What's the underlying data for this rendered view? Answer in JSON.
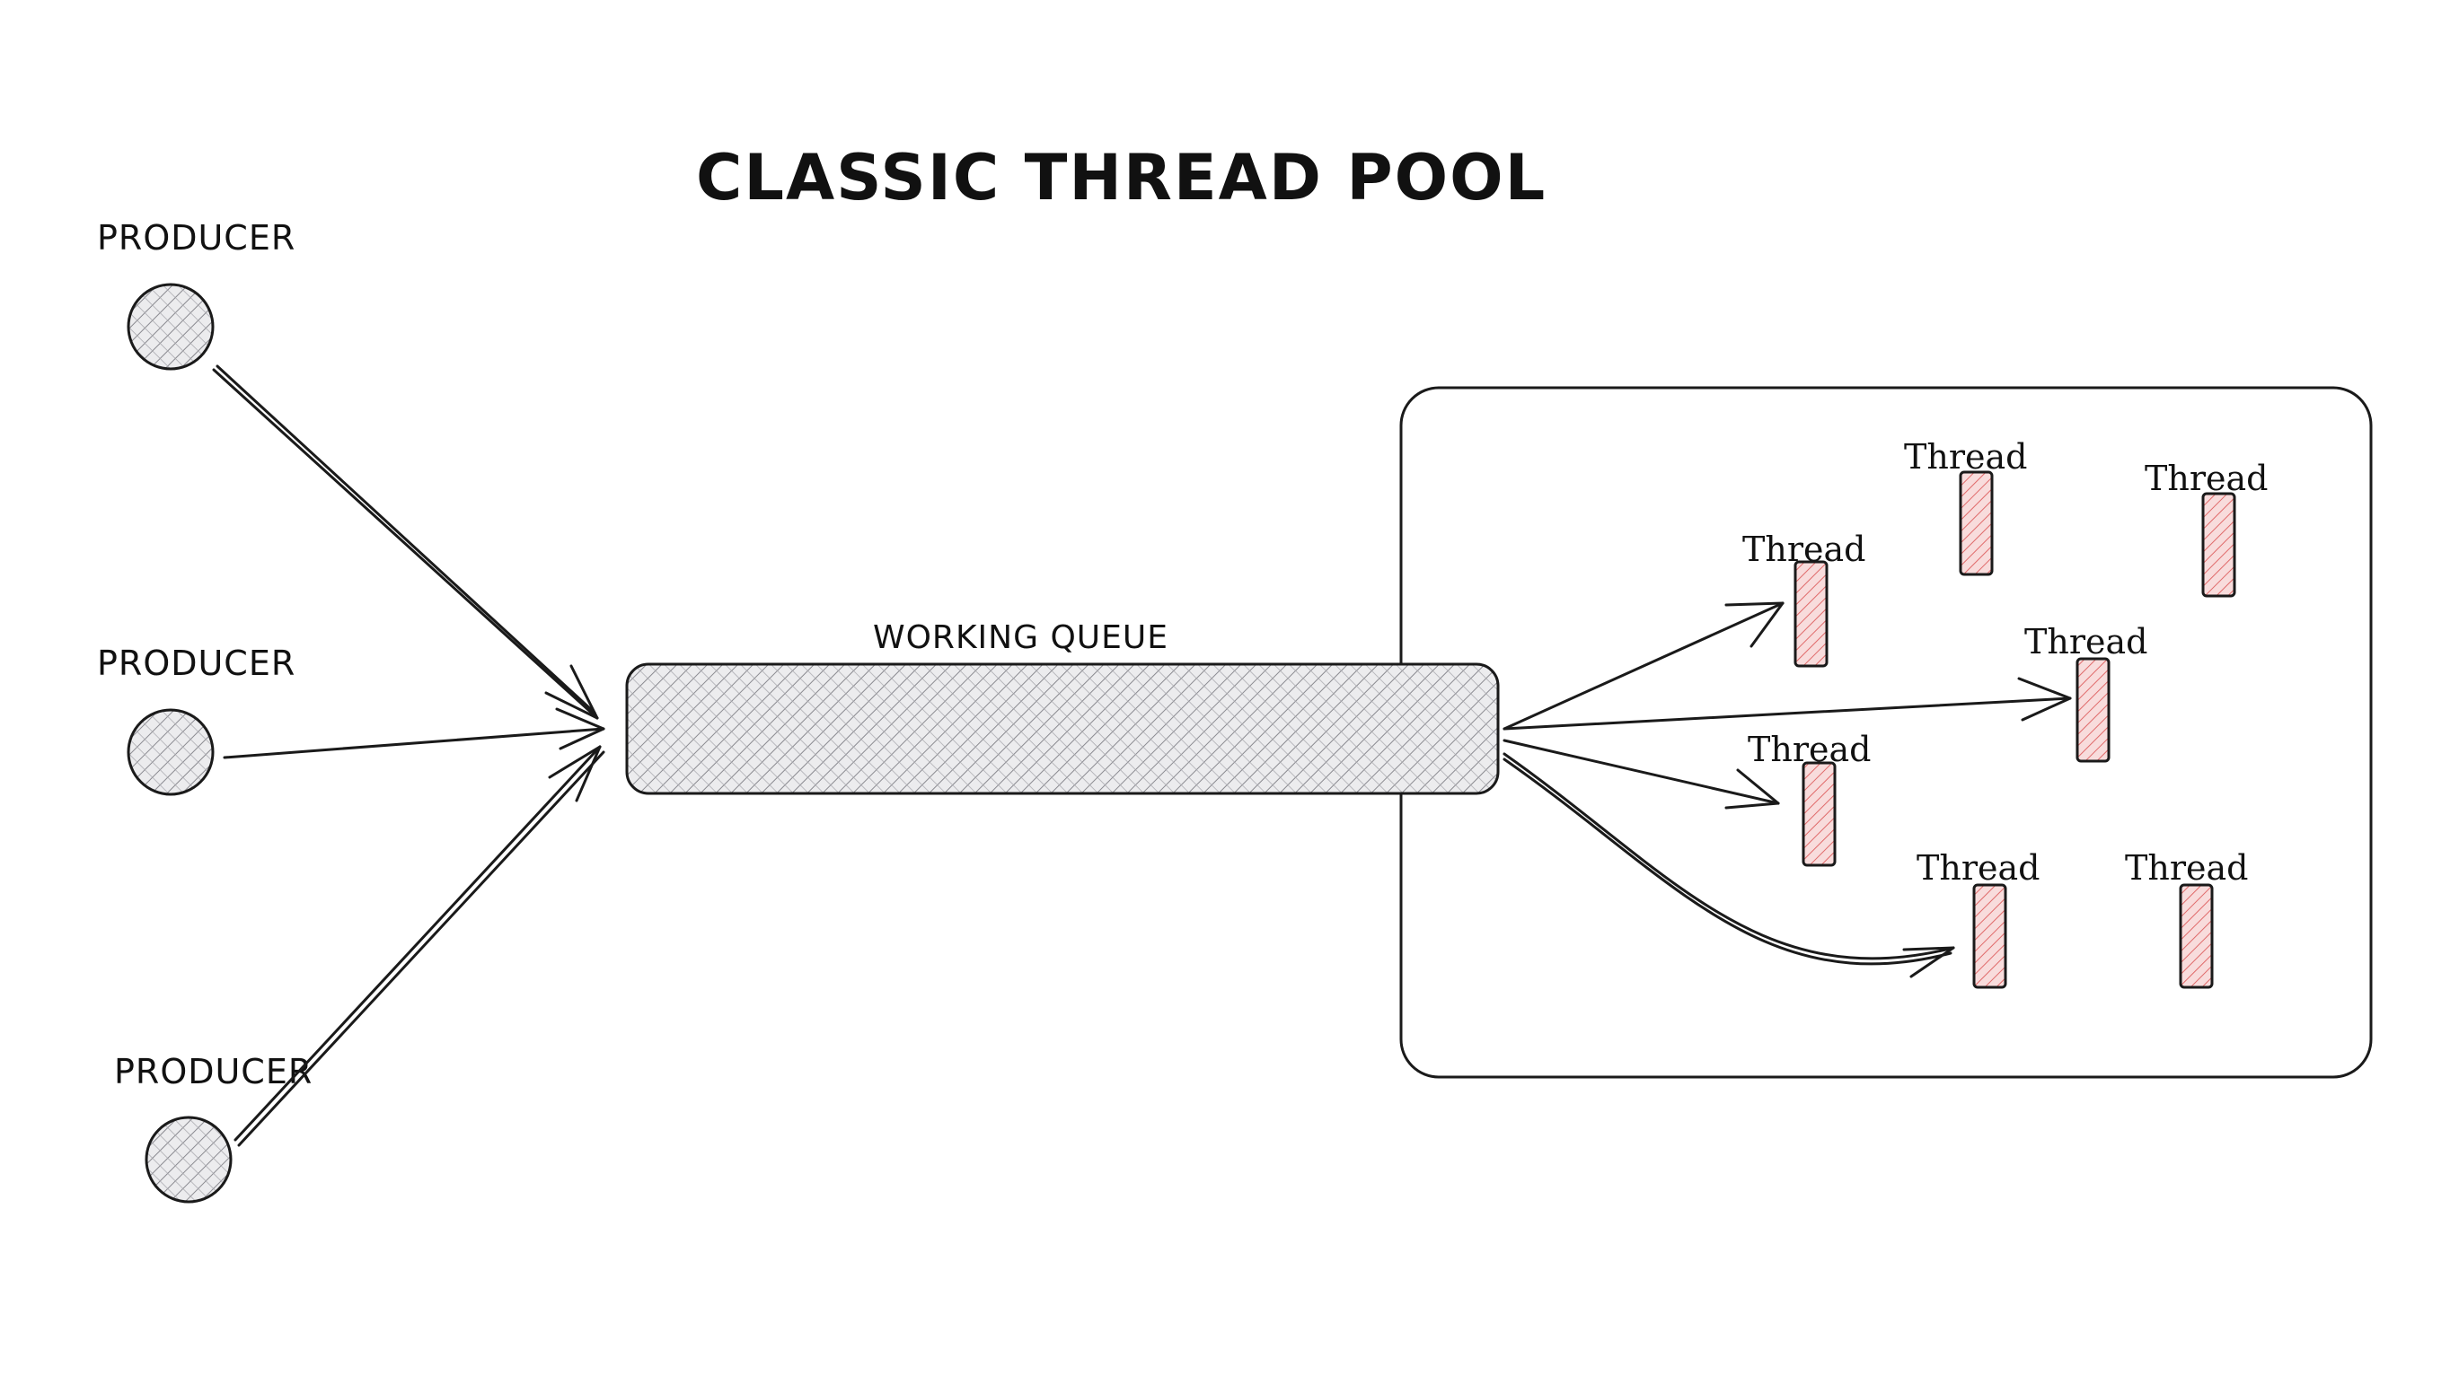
{
  "title": "CLASSIC THREAD POOL",
  "producers": [
    {
      "label": "PRODUCER"
    },
    {
      "label": "PRODUCER"
    },
    {
      "label": "PRODUCER"
    }
  ],
  "queue": {
    "label": "WORKING QUEUE"
  },
  "threads": [
    {
      "label": "Thread"
    },
    {
      "label": "Thread"
    },
    {
      "label": "Thread"
    },
    {
      "label": "Thread"
    },
    {
      "label": "Thread"
    },
    {
      "label": "Thread"
    },
    {
      "label": "Thread"
    }
  ],
  "colors": {
    "ink": "#1a1a1a",
    "producer_fill": "#d9d9dc",
    "queue_fill": "#e2e2e5",
    "thread_fill": "#f4c7c7",
    "thread_hatch": "#e06a6a"
  }
}
